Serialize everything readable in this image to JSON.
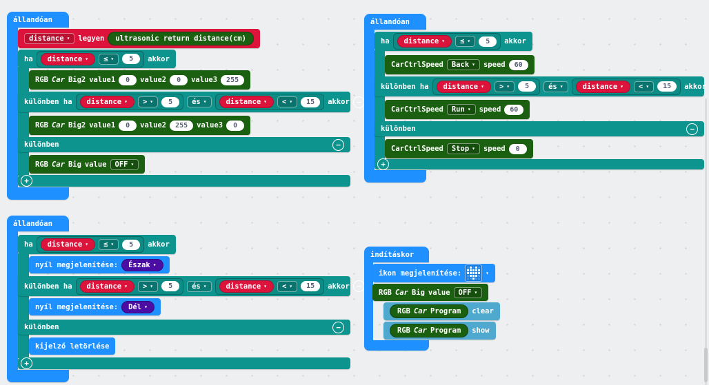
{
  "colors": {
    "blue": "#1e90ff",
    "teal": "#0e948e",
    "green": "#1b5f10",
    "red": "#dc143c",
    "lightblue": "#4fa8ce",
    "purple": "#4c0da4",
    "number_text": "#575e75",
    "canvas_bg": "#edeff0",
    "canvas_dot": "#d7dbde"
  },
  "groups": {
    "tl": {
      "hat": "állandóan",
      "rows": {
        "set": [
          {
            "t": "dd",
            "v": "distance",
            "n": "variable-dropdown"
          },
          {
            "t": "lbl",
            "v": "legyen"
          },
          {
            "t": "goval",
            "n": "ultrasonic-distance-reporter",
            "parts": [
              {
                "v": "ultrasonic return distance(cm)"
              }
            ]
          }
        ],
        "if": [
          {
            "t": "lbl",
            "v": "ha"
          },
          {
            "t": "cond",
            "var": "distance",
            "op": "≤",
            "num": "5"
          },
          {
            "t": "lbl",
            "v": "akkor"
          }
        ],
        "then1": [
          {
            "t": "lbl",
            "v": "RGB"
          },
          {
            "t": "lbl",
            "v": "Car",
            "i": true
          },
          {
            "t": "lbl",
            "v": "Big2"
          },
          {
            "t": "lbl",
            "v": "value1"
          },
          {
            "t": "num",
            "v": "0"
          },
          {
            "t": "lbl",
            "v": "value2"
          },
          {
            "t": "num",
            "v": "0"
          },
          {
            "t": "lbl",
            "v": "value3"
          },
          {
            "t": "num",
            "v": "255"
          }
        ],
        "elif": [
          {
            "t": "lbl",
            "v": "különben ha"
          },
          {
            "t": "cond",
            "var": "distance",
            "op": ">",
            "num": "5"
          },
          {
            "t": "dd",
            "v": "és",
            "n": "and-or-dropdown"
          },
          {
            "t": "cond",
            "var": "distance",
            "op": "<",
            "num": "15"
          },
          {
            "t": "lbl",
            "v": "akkor"
          },
          {
            "t": "minus"
          }
        ],
        "then2": [
          {
            "t": "lbl",
            "v": "RGB"
          },
          {
            "t": "lbl",
            "v": "Car",
            "i": true
          },
          {
            "t": "lbl",
            "v": "Big2"
          },
          {
            "t": "lbl",
            "v": "value1"
          },
          {
            "t": "num",
            "v": "0"
          },
          {
            "t": "lbl",
            "v": "value2"
          },
          {
            "t": "num",
            "v": "255"
          },
          {
            "t": "lbl",
            "v": "value3"
          },
          {
            "t": "num",
            "v": "0"
          }
        ],
        "else": [
          {
            "t": "lbl",
            "v": "különben"
          },
          {
            "t": "minus"
          }
        ],
        "off": [
          {
            "t": "lbl",
            "v": "RGB"
          },
          {
            "t": "lbl",
            "v": "Car",
            "i": true
          },
          {
            "t": "lbl",
            "v": "Big"
          },
          {
            "t": "lbl",
            "v": "value"
          },
          {
            "t": "dd",
            "v": "OFF",
            "n": "rgb-off-dropdown"
          }
        ],
        "footer": [
          {
            "t": "plus"
          }
        ]
      }
    },
    "tr": {
      "hat": "állandóan",
      "rows": {
        "if": [
          {
            "t": "lbl",
            "v": "ha"
          },
          {
            "t": "cond",
            "var": "distance",
            "op": "≤",
            "num": "5"
          },
          {
            "t": "lbl",
            "v": "akkor"
          }
        ],
        "back": [
          {
            "t": "lbl",
            "v": "CarCtrlSpeed"
          },
          {
            "t": "dd",
            "v": "Back",
            "n": "car-direction-dropdown"
          },
          {
            "t": "lbl",
            "v": "speed"
          },
          {
            "t": "num",
            "v": "60"
          }
        ],
        "elif": [
          {
            "t": "lbl",
            "v": "különben ha"
          },
          {
            "t": "cond",
            "var": "distance",
            "op": ">",
            "num": "5"
          },
          {
            "t": "dd",
            "v": "és",
            "n": "and-or-dropdown"
          },
          {
            "t": "cond",
            "var": "distance",
            "op": "<",
            "num": "15"
          },
          {
            "t": "lbl",
            "v": "akkor"
          },
          {
            "t": "minus"
          }
        ],
        "run": [
          {
            "t": "lbl",
            "v": "CarCtrlSpeed"
          },
          {
            "t": "dd",
            "v": "Run",
            "n": "car-direction-dropdown"
          },
          {
            "t": "lbl",
            "v": "speed"
          },
          {
            "t": "num",
            "v": "60"
          }
        ],
        "else": [
          {
            "t": "lbl",
            "v": "különben"
          },
          {
            "t": "minus"
          }
        ],
        "stop": [
          {
            "t": "lbl",
            "v": "CarCtrlSpeed"
          },
          {
            "t": "dd",
            "v": "Stop",
            "n": "car-direction-dropdown"
          },
          {
            "t": "lbl",
            "v": "speed"
          },
          {
            "t": "num",
            "v": "0"
          }
        ],
        "footer": [
          {
            "t": "plus"
          }
        ]
      }
    },
    "bl": {
      "hat": "állandóan",
      "rows": {
        "if": [
          {
            "t": "lbl",
            "v": "ha"
          },
          {
            "t": "cond",
            "var": "distance",
            "op": "≤",
            "num": "5"
          },
          {
            "t": "lbl",
            "v": "akkor"
          }
        ],
        "arrow1": [
          {
            "t": "lbl",
            "v": "nyíl megjelenítése:"
          },
          {
            "t": "pdd",
            "v": "Észak",
            "n": "arrow-direction-dropdown"
          }
        ],
        "elif": [
          {
            "t": "lbl",
            "v": "különben ha"
          },
          {
            "t": "cond",
            "var": "distance",
            "op": ">",
            "num": "5"
          },
          {
            "t": "dd",
            "v": "és",
            "n": "and-or-dropdown"
          },
          {
            "t": "cond",
            "var": "distance",
            "op": "<",
            "num": "15"
          },
          {
            "t": "lbl",
            "v": "akkor"
          },
          {
            "t": "minus"
          }
        ],
        "arrow2": [
          {
            "t": "lbl",
            "v": "nyíl megjelenítése:"
          },
          {
            "t": "pdd",
            "v": "Dél",
            "n": "arrow-direction-dropdown"
          }
        ],
        "else": [
          {
            "t": "lbl",
            "v": "különben"
          },
          {
            "t": "minus"
          }
        ],
        "clear": [
          {
            "t": "lbl",
            "v": "kijelző letörlése"
          }
        ],
        "footer": [
          {
            "t": "plus"
          }
        ]
      }
    },
    "br": {
      "hat": "indításkor",
      "rows": {
        "icon": [
          {
            "t": "lbl",
            "v": "ikon megjelenítése:"
          },
          {
            "t": "icon",
            "n": "heart-icon",
            "grid": [
              [
                0,
                1,
                0,
                1,
                0
              ],
              [
                1,
                1,
                1,
                1,
                1
              ],
              [
                1,
                1,
                1,
                1,
                1
              ],
              [
                0,
                1,
                1,
                1,
                0
              ],
              [
                0,
                0,
                1,
                0,
                0
              ]
            ]
          },
          {
            "t": "caret"
          }
        ],
        "off": [
          {
            "t": "lbl",
            "v": "RGB"
          },
          {
            "t": "lbl",
            "v": "Car",
            "i": true
          },
          {
            "t": "lbl",
            "v": "Big"
          },
          {
            "t": "lbl",
            "v": "value"
          },
          {
            "t": "dd",
            "v": "OFF",
            "n": "rgb-off-dropdown"
          }
        ],
        "clear": [
          {
            "t": "goval",
            "n": "rgb-car-program-reporter",
            "parts": [
              {
                "v": "RGB"
              },
              {
                "v": "Car",
                "i": true
              },
              {
                "v": "Program"
              }
            ]
          },
          {
            "t": "lbl",
            "v": "clear"
          }
        ],
        "show": [
          {
            "t": "goval",
            "n": "rgb-car-program-reporter",
            "parts": [
              {
                "v": "RGB"
              },
              {
                "v": "Car",
                "i": true
              },
              {
                "v": "Program"
              }
            ]
          },
          {
            "t": "lbl",
            "v": "show"
          }
        ]
      }
    }
  }
}
